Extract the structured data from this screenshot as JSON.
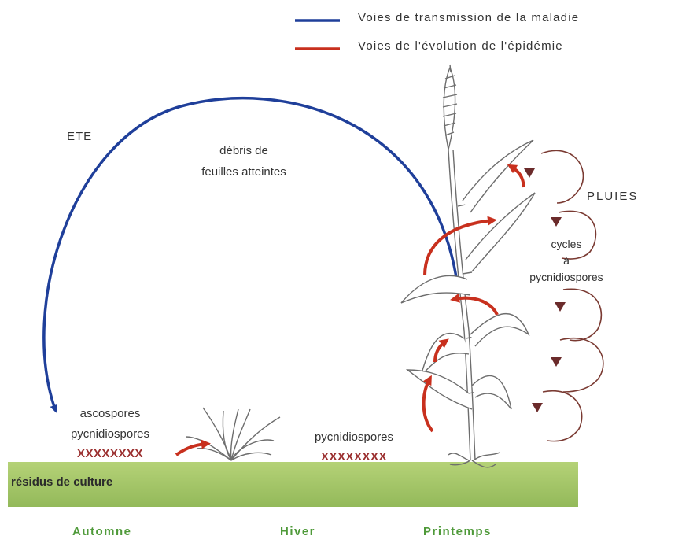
{
  "legend": [
    {
      "label": "Voies de transmission de la maladie",
      "color": "#1f3f9a"
    },
    {
      "label": "Voies de l'évolution de l'épidémie",
      "color": "#c8301e"
    }
  ],
  "labels": {
    "summer": "ETE",
    "debris_line1": "débris de",
    "debris_line2": "feuilles atteintes",
    "rains": "PLUIES",
    "cycles_line1": "cycles",
    "cycles_line2": "à",
    "cycles_line3": "pycnidiospores",
    "ascospores": "ascospores",
    "pycnidiospores_left": "pycnidiospores",
    "pycnidiospores_mid": "pycnidiospores",
    "residue_marks_left": "XXXXXXXX",
    "residue_marks_mid": "XXXXXXXX",
    "ground": "résidus de culture"
  },
  "seasons": [
    "Automne",
    "Hiver",
    "Printemps"
  ],
  "colors": {
    "ground": "#a8c866",
    "transmission": "#1f3f9a",
    "epidemic": "#c8301e",
    "rain_cycle": "#7a3a32",
    "season_text": "#4f9a3a"
  }
}
